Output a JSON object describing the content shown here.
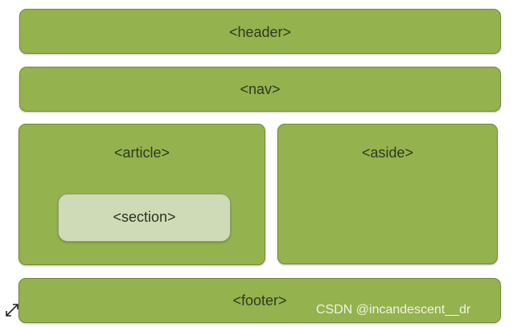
{
  "diagram": {
    "header_label": "<header>",
    "nav_label": "<nav>",
    "article_label": "<article>",
    "section_label": "<section>",
    "aside_label": "<aside>",
    "footer_label": "<footer>"
  },
  "watermark": "CSDN @incandescent__dr",
  "icons": {
    "resize": "diagonal-resize-icon"
  },
  "colors": {
    "box_fill": "#94b24e",
    "section_fill": "#cfdbb7"
  }
}
